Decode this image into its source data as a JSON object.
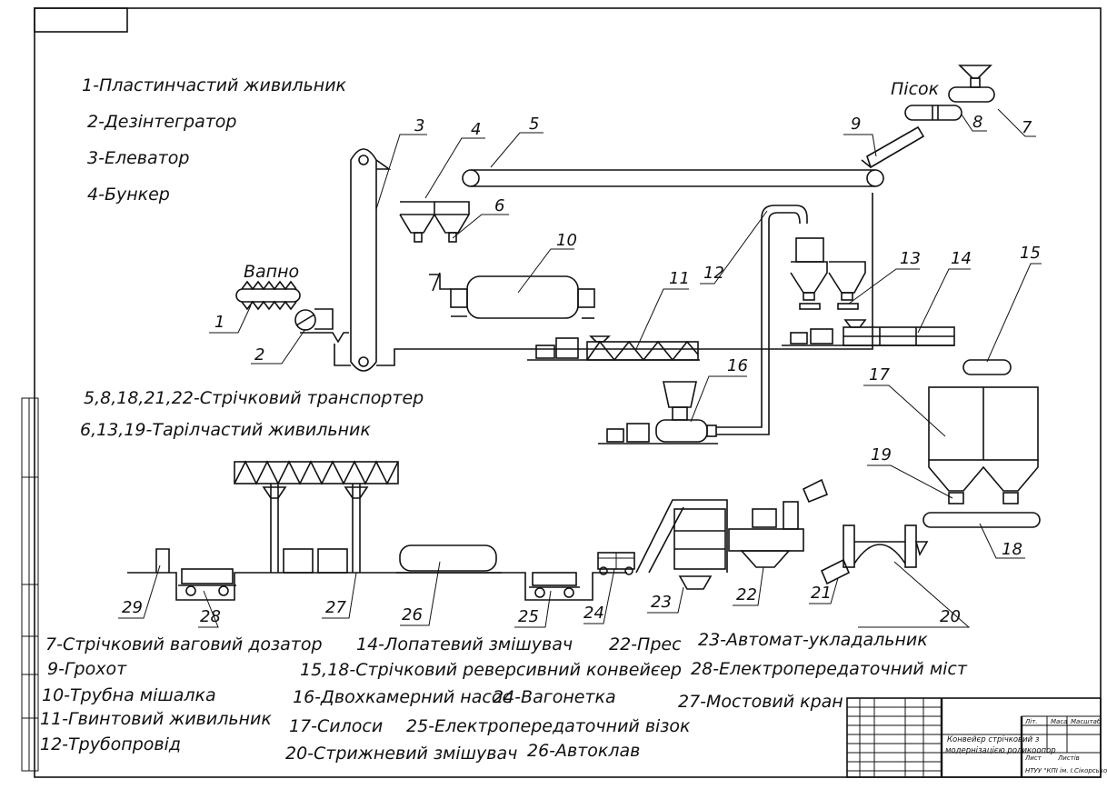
{
  "legend_top": [
    "1-Пластинчастий живильник",
    "2-Дезінтегратор",
    "3-Елеватор",
    "4-Бункер"
  ],
  "legend_mid": [
    "5,8,18,21,22-Стрічковий транспортер",
    "6,13,19-Тарілчастий живильник"
  ],
  "materials": {
    "lime": "Вапно",
    "sand": "Пісок"
  },
  "legend_bottom": [
    "7-Стрічковий ваговий дозатор",
    "9-Грохот",
    "10-Трубна мішалка",
    "11-Гвинтовий живильник",
    "12-Трубопровід",
    "14-Лопатевий змішувач",
    "15,18-Стрічковий реверсивний конвейєер",
    "16-Двохкамерний насос",
    "17-Силоси",
    "20-Стрижневий змішувач",
    "22-Прес",
    "23-Автомат-укладальник",
    "28-Електропередаточний міст",
    "24-Вагонетка",
    "27-Мостовий кран",
    "25-Електропередаточний візок",
    "26-Автоклав"
  ],
  "numbers": {
    "n1": "1",
    "n2": "2",
    "n3": "3",
    "n4": "4",
    "n5": "5",
    "n6": "6",
    "n7": "7",
    "n8": "8",
    "n9": "9",
    "n10": "10",
    "n11": "11",
    "n12": "12",
    "n13": "13",
    "n14": "14",
    "n15": "15",
    "n16": "16",
    "n17": "17",
    "n18": "18",
    "n19": "19",
    "n20": "20",
    "n21": "21",
    "n22": "22",
    "n23": "23",
    "n24": "24",
    "n25": "25",
    "n26": "26",
    "n27": "27",
    "n28": "28",
    "n29": "29"
  },
  "title_block": {
    "title_line1": "Конвейєр стрічковий з",
    "title_line2": "модернізацією роликоопор",
    "org": "НТУУ \"КПІ ім. І.Сікорського\"",
    "col_litera": "Літ.",
    "col_mass": "Маса",
    "col_scale": "Масштаб",
    "sheet": "Лист",
    "sheets": "Листів"
  }
}
